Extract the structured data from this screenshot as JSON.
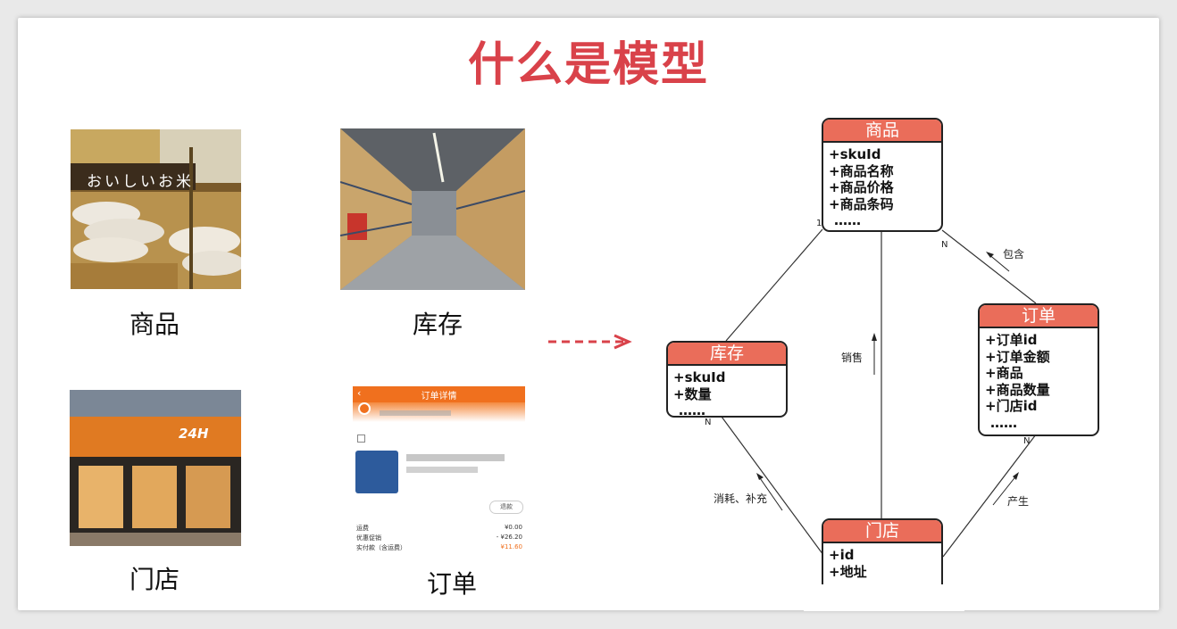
{
  "title": "什么是模型",
  "images": [
    {
      "caption": "商品",
      "sign_text": "おいしいお米"
    },
    {
      "caption": "库存"
    },
    {
      "caption": "门店",
      "sign_text": "24H"
    },
    {
      "caption": "订单"
    }
  ],
  "order_screenshot": {
    "header": "订单详情",
    "return_button": "退款",
    "rows": [
      {
        "label": "运费",
        "value": "¥0.00"
      },
      {
        "label": "优惠促销",
        "value": "- ¥26.20"
      },
      {
        "label": "实付款（含运费）",
        "value": "¥11.60"
      }
    ]
  },
  "entities": {
    "product": {
      "name": "商品",
      "fields": [
        "+skuId",
        "+商品名称",
        "+商品价格",
        "+商品条码",
        "……"
      ]
    },
    "inventory": {
      "name": "库存",
      "fields": [
        "+skuId",
        "+数量",
        "……"
      ]
    },
    "order": {
      "name": "订单",
      "fields": [
        "+订单id",
        "+订单金额",
        "+商品",
        "+商品数量",
        "+门店id",
        "……"
      ]
    },
    "store": {
      "name": "门店",
      "fields": [
        "+id",
        "+地址"
      ]
    }
  },
  "relations": {
    "sell": "销售",
    "contain": "包含",
    "consume": "消耗、补充",
    "produce": "产生",
    "card_1": "1",
    "card_n_product": "N",
    "card_n_inventory": "N",
    "card_n_order": "N"
  },
  "colors": {
    "title": "#d9424a",
    "entity_header": "#ea6d5a",
    "arrow": "#d9424a"
  }
}
